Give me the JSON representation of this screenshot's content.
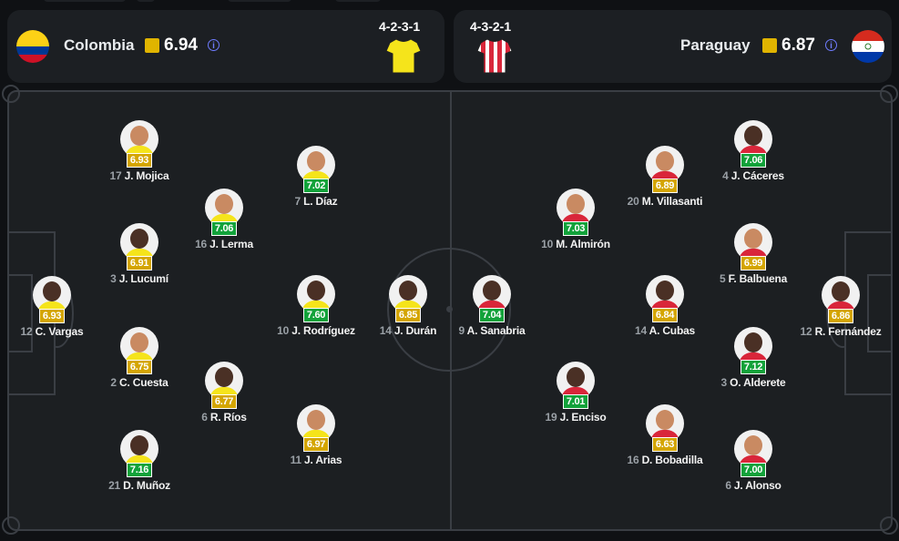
{
  "home": {
    "name": "Colombia",
    "rating": "6.94",
    "formation": "4-2-3-1",
    "flag_icon": "colombia-flag-icon",
    "shirt_color": "#f5e41b"
  },
  "away": {
    "name": "Paraguay",
    "rating": "6.87",
    "formation": "4-3-2-1",
    "flag_icon": "paraguay-flag-icon",
    "shirt_color": "#d9263a"
  },
  "colors": {
    "rating_yellow": "#d4a500",
    "rating_green": "#12a23a",
    "info_blue": "#6f7cff"
  },
  "info_icon": "info-icon",
  "home_players": [
    {
      "num": "12",
      "name": "C. Vargas",
      "rating": "6.93",
      "tier": "y"
    },
    {
      "num": "17",
      "name": "J. Mojica",
      "rating": "6.93",
      "tier": "y"
    },
    {
      "num": "3",
      "name": "J. Lucumí",
      "rating": "6.91",
      "tier": "y"
    },
    {
      "num": "2",
      "name": "C. Cuesta",
      "rating": "6.75",
      "tier": "y"
    },
    {
      "num": "21",
      "name": "D. Muñoz",
      "rating": "7.16",
      "tier": "g"
    },
    {
      "num": "16",
      "name": "J. Lerma",
      "rating": "7.06",
      "tier": "g"
    },
    {
      "num": "6",
      "name": "R. Ríos",
      "rating": "6.77",
      "tier": "y"
    },
    {
      "num": "7",
      "name": "L. Díaz",
      "rating": "7.02",
      "tier": "g"
    },
    {
      "num": "10",
      "name": "J. Rodríguez",
      "rating": "7.60",
      "tier": "g"
    },
    {
      "num": "11",
      "name": "J. Arias",
      "rating": "6.97",
      "tier": "y"
    },
    {
      "num": "14",
      "name": "J. Durán",
      "rating": "6.85",
      "tier": "y"
    }
  ],
  "away_players": [
    {
      "num": "9",
      "name": "A. Sanabria",
      "rating": "7.04",
      "tier": "g"
    },
    {
      "num": "10",
      "name": "M. Almirón",
      "rating": "7.03",
      "tier": "g"
    },
    {
      "num": "19",
      "name": "J. Enciso",
      "rating": "7.01",
      "tier": "g"
    },
    {
      "num": "20",
      "name": "M. Villasanti",
      "rating": "6.89",
      "tier": "y"
    },
    {
      "num": "14",
      "name": "A. Cubas",
      "rating": "6.84",
      "tier": "y"
    },
    {
      "num": "16",
      "name": "D. Bobadilla",
      "rating": "6.63",
      "tier": "y"
    },
    {
      "num": "4",
      "name": "J. Cáceres",
      "rating": "7.06",
      "tier": "g"
    },
    {
      "num": "5",
      "name": "F. Balbuena",
      "rating": "6.99",
      "tier": "y"
    },
    {
      "num": "3",
      "name": "O. Alderete",
      "rating": "7.12",
      "tier": "g"
    },
    {
      "num": "6",
      "name": "J. Alonso",
      "rating": "7.00",
      "tier": "g"
    },
    {
      "num": "12",
      "name": "R. Fernández",
      "rating": "6.86",
      "tier": "y"
    }
  ]
}
